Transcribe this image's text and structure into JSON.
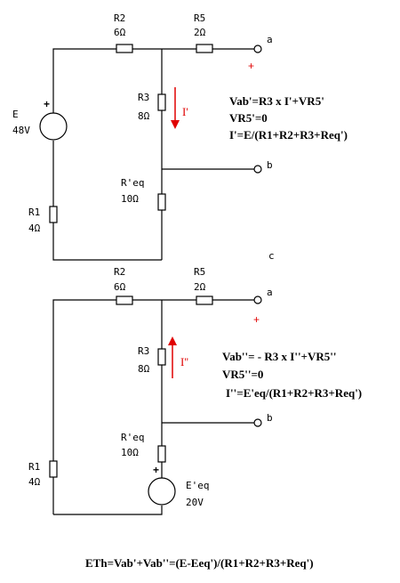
{
  "top": {
    "r2_name": "R2",
    "r2_value": "6Ω",
    "r5_name": "R5",
    "r5_value": "2Ω",
    "r3_name": "R3",
    "r3_value": "8Ω",
    "req_name": "R'eq",
    "req_value": "10Ω",
    "r1_name": "R1",
    "r1_value": "4Ω",
    "source_name": "E",
    "source_value": "48V",
    "terminal_a": "a",
    "terminal_b": "b",
    "plus_sign": "+",
    "current_label": "I'",
    "eq1": "Vab'=R3 x I'+VR5'",
    "eq2": "VR5'=0",
    "eq3": "I'=E/(R1+R2+R3+Req')"
  },
  "separator_label": "c",
  "bottom": {
    "r2_name": "R2",
    "r2_value": "6Ω",
    "r5_name": "R5",
    "r5_value": "2Ω",
    "r3_name": "R3",
    "r3_value": "8Ω",
    "req_name": "R'eq",
    "req_value": "10Ω",
    "r1_name": "R1",
    "r1_value": "4Ω",
    "source_name": "E'eq",
    "source_value": "20V",
    "terminal_a": "a",
    "terminal_b": "b",
    "plus_sign": "+",
    "current_label": "I''",
    "eq1": "Vab''= - R3 x I''+VR5''",
    "eq2": "VR5''=0",
    "eq3": "I''=E'eq/(R1+R2+R3+Req')"
  },
  "final_equation": "ETh=Vab'+Vab''=(E-Eeq')/(R1+R2+R3+Req')"
}
